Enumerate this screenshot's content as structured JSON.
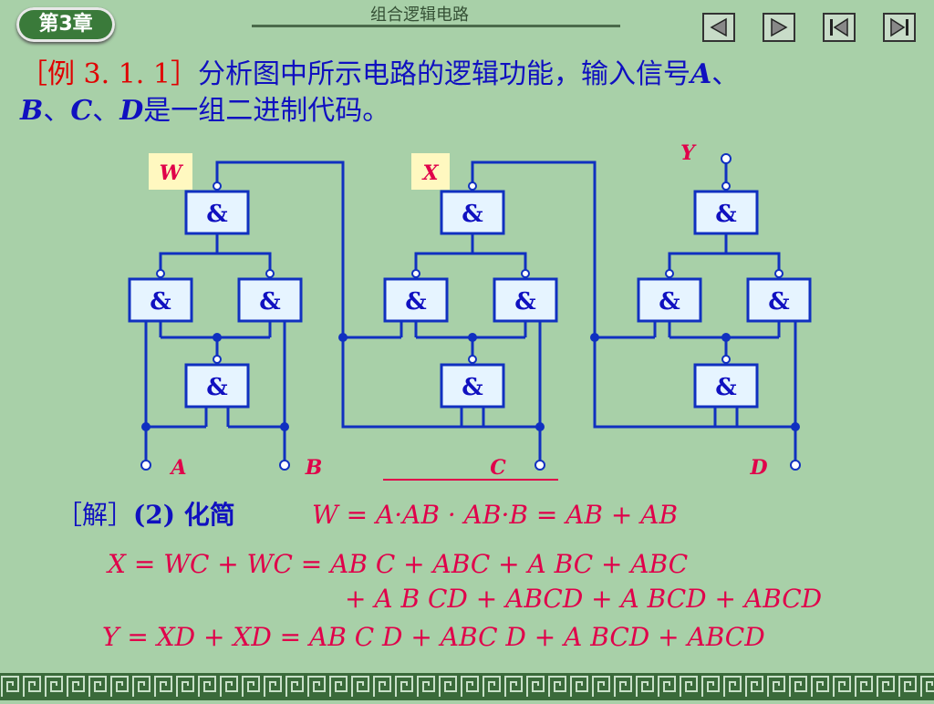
{
  "header": {
    "badge": "第3章",
    "title": "组合逻辑电路"
  },
  "nav": {
    "prev": "◁",
    "next": "▷",
    "first": "|◁",
    "last": "▷|"
  },
  "problem": {
    "tag": "［例 3. 1. 1］",
    "text": "分析图中所示电路的逻辑功能，输入信号",
    "vars_line1_a": "A",
    "sep": "、",
    "vars_b": "B",
    "vars_c": "C",
    "vars_d": "D",
    "text2": "是一组二进制代码。"
  },
  "circuit": {
    "gate_symbol": "&",
    "labels": {
      "w": "W",
      "x": "X",
      "y": "Y",
      "a": "A",
      "b": "B",
      "c": "C",
      "d": "D"
    }
  },
  "solution": {
    "tag": "［解］",
    "step": "(2) 化简"
  },
  "equations": {
    "w": "W = A·AB · AB·B = AB + AB",
    "x1": "X = WC + WC = AB C + ABC + A BC + ABC",
    "x2": "+ A B CD + ABCD + A BCD + ABCD",
    "y": "Y = XD + XD = AB C D + ABC D + A BCD + ABCD"
  }
}
